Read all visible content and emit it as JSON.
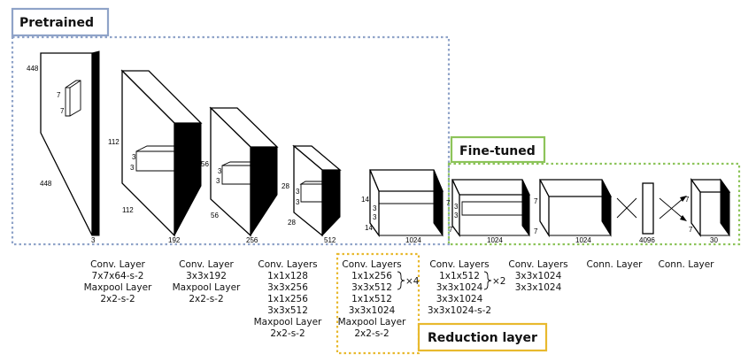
{
  "tags": {
    "pretrained": "Pretrained",
    "fine_tuned": "Fine-tuned",
    "reduction": "Reduction layer"
  },
  "colors": {
    "pretrained": "#8fa3c8",
    "fine_tuned": "#8dc45a",
    "reduction": "#e8b92e"
  },
  "dims": {
    "input_h": "448",
    "input_w": "448",
    "input_c": "3",
    "input_k1": "7",
    "input_k2": "7",
    "b1_h": "112",
    "b1_w": "112",
    "b1_c": "192",
    "b1_k1": "3",
    "b1_k2": "3",
    "b2_h": "56",
    "b2_w": "56",
    "b2_c": "256",
    "b2_k1": "3",
    "b2_k2": "3",
    "b3_h": "28",
    "b3_w": "28",
    "b3_c": "512",
    "b3_k1": "3",
    "b3_k2": "3",
    "b4_h": "14",
    "b4_w": "14",
    "b4_c": "1024",
    "b4_k1": "3",
    "b4_k2": "3",
    "b5_h": "7",
    "b5_w": "7",
    "b5_c": "1024",
    "b5_k1": "3",
    "b5_k2": "3",
    "b6_h": "7",
    "b6_w": "7",
    "b6_c": "1024",
    "fc1": "4096",
    "out_c": "30",
    "out_h": "7",
    "out_w": "7"
  },
  "captions": {
    "c1": [
      "Conv. Layer",
      "7x7x64-s-2",
      "Maxpool Layer",
      "2x2-s-2"
    ],
    "c2": [
      "Conv. Layer",
      "3x3x192",
      "Maxpool Layer",
      "2x2-s-2"
    ],
    "c3": [
      "Conv. Layers",
      "1x1x128",
      "3x3x256",
      "1x1x256",
      "3x3x512",
      "Maxpool Layer",
      "2x2-s-2"
    ],
    "c4": [
      "Conv. Layers",
      "1x1x256",
      "3x3x512",
      "1x1x512",
      "3x3x1024",
      "Maxpool Layer",
      "2x2-s-2"
    ],
    "c4_mult": "×4",
    "c5": [
      "Conv. Layers",
      "1x1x512",
      "3x3x1024",
      "3x3x1024",
      "3x3x1024-s-2"
    ],
    "c5_mult": "×2",
    "c6": [
      "Conv. Layers",
      "3x3x1024",
      "3x3x1024"
    ],
    "c7": [
      "Conn. Layer"
    ],
    "c8": [
      "Conn. Layer"
    ]
  }
}
